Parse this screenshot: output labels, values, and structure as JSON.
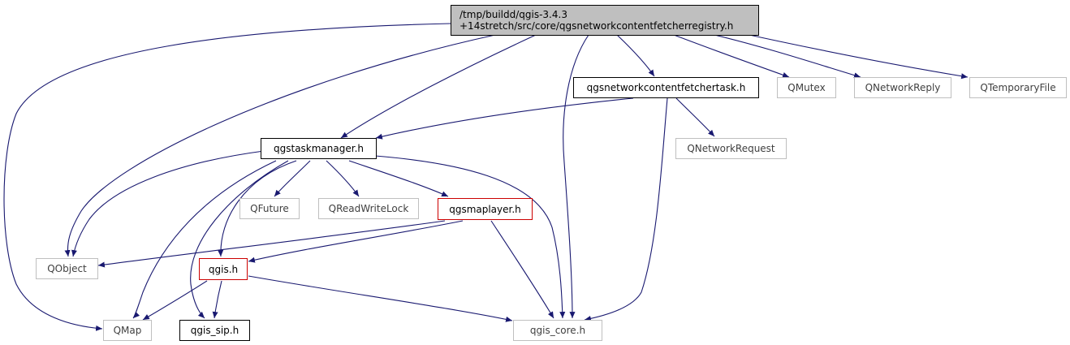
{
  "colors": {
    "edge": "#191970",
    "root_fill": "#bfbfbf",
    "external_border": "#bfbfbf",
    "incomplete_border": "#cc0000"
  },
  "nodes": {
    "root": {
      "line1": "/tmp/buildd/qgis-3.4.3",
      "line2": "+14stretch/src/core/qgsnetworkcontentfetcherregistry.h"
    },
    "fetchertask": "qgsnetworkcontentfetchertask.h",
    "qmutex": "QMutex",
    "qnetworkreply": "QNetworkReply",
    "qtemporaryfile": "QTemporaryFile",
    "taskmanager": "qgstaskmanager.h",
    "qnetworkrequest": "QNetworkRequest",
    "qfuture": "QFuture",
    "qreadwritelock": "QReadWriteLock",
    "maplayer": "qgsmaplayer.h",
    "qobject": "QObject",
    "qgis": "qgis.h",
    "qmap": "QMap",
    "qgis_sip": "qgis_sip.h",
    "qgis_core": "qgis_core.h"
  }
}
